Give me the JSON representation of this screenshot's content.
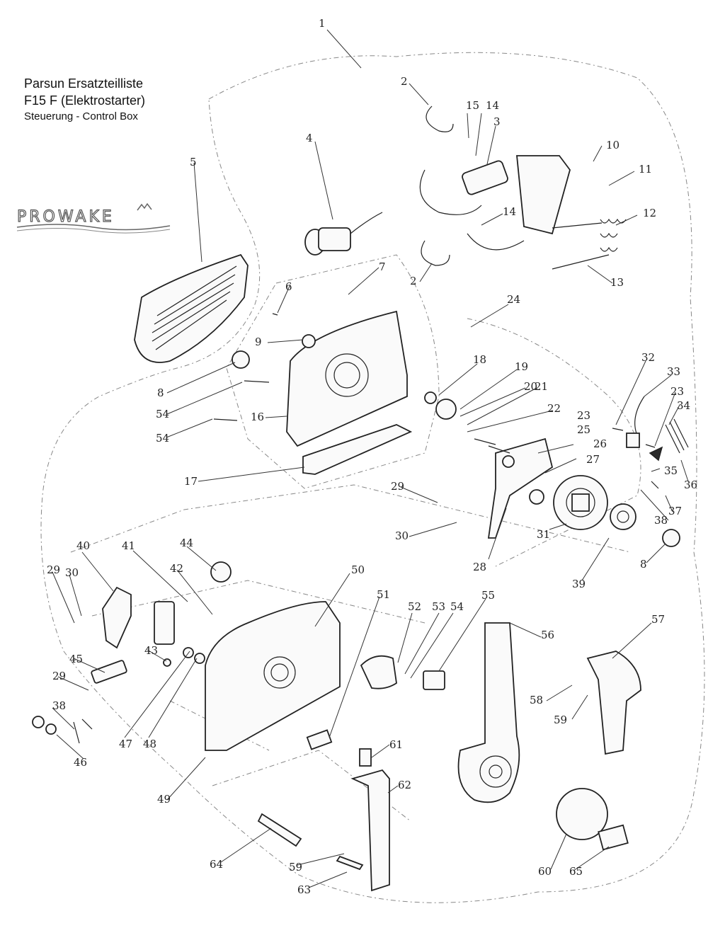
{
  "header": {
    "line1": "Parsun Ersatzteilliste",
    "line2": "F15  F (Elektrostarter)",
    "line3": "Steuerung -  Control Box"
  },
  "logo": {
    "text": "PROWAKE",
    "color": "#555555"
  },
  "labels": [
    "1",
    "2",
    "15",
    "14",
    "3",
    "10",
    "4",
    "11",
    "5",
    "14",
    "12",
    "2",
    "13",
    "7",
    "6",
    "24",
    "9",
    "18",
    "19",
    "20",
    "21",
    "32",
    "33",
    "23",
    "34",
    "8",
    "54",
    "22",
    "23",
    "25",
    "26",
    "54",
    "16",
    "27",
    "35",
    "36",
    "17",
    "29",
    "37",
    "38",
    "30",
    "8",
    "28",
    "31",
    "39",
    "40",
    "41",
    "44",
    "42",
    "29",
    "30",
    "50",
    "51",
    "52",
    "53",
    "54",
    "55",
    "57",
    "56",
    "43",
    "45",
    "29",
    "58",
    "38",
    "59",
    "47",
    "48",
    "46",
    "61",
    "49",
    "62",
    "64",
    "59",
    "60",
    "65",
    "63"
  ]
}
